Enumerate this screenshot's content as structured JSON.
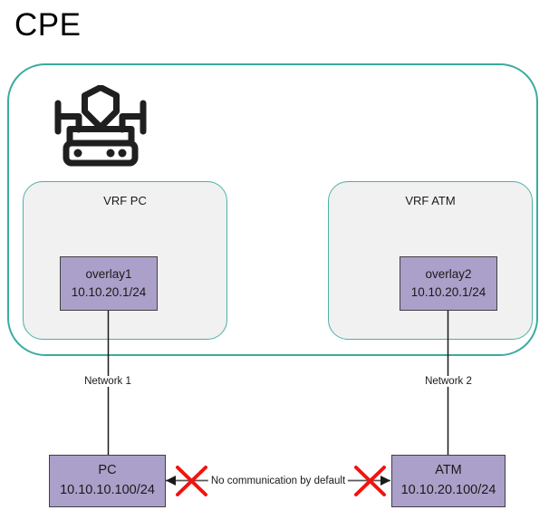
{
  "title": "CPE",
  "colors": {
    "teal_border": "#3BAC9E",
    "vrf_fill": "#F1F1F2",
    "node_fill": "#ABA0C9",
    "node_border": "#404040",
    "icon_black": "#1F1F1F",
    "arrow_line": "#595959",
    "blocked_x_red": "#F01311"
  },
  "cpe": {
    "icon": "firewall-router-shield-icon",
    "vrfs": [
      {
        "label": "VRF PC",
        "node": {
          "name": "overlay1",
          "ip": "10.10.20.1/24"
        }
      },
      {
        "label": "VRF ATM",
        "node": {
          "name": "overlay2",
          "ip": "10.10.20.1/24"
        }
      }
    ]
  },
  "links": [
    {
      "label": "Network 1"
    },
    {
      "label": "Network 2"
    }
  ],
  "hosts": [
    {
      "name": "PC",
      "ip": "10.10.10.100/24"
    },
    {
      "name": "ATM",
      "ip": "10.10.20.100/24"
    }
  ],
  "blocked_link": {
    "label": "No communication by default"
  }
}
